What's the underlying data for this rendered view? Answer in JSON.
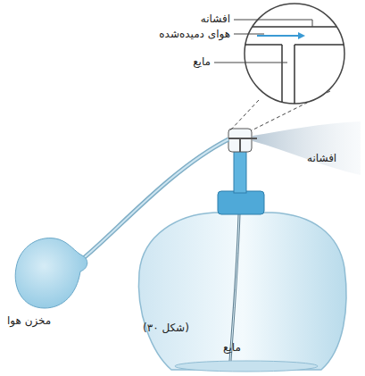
{
  "diagram": {
    "labels": [
      "افشانه",
      "هوای دمیده‌شده",
      "مایع",
      "افشانه",
      "مخزن هوا",
      "(شکل ۳۰)",
      "مایع"
    ]
  }
}
